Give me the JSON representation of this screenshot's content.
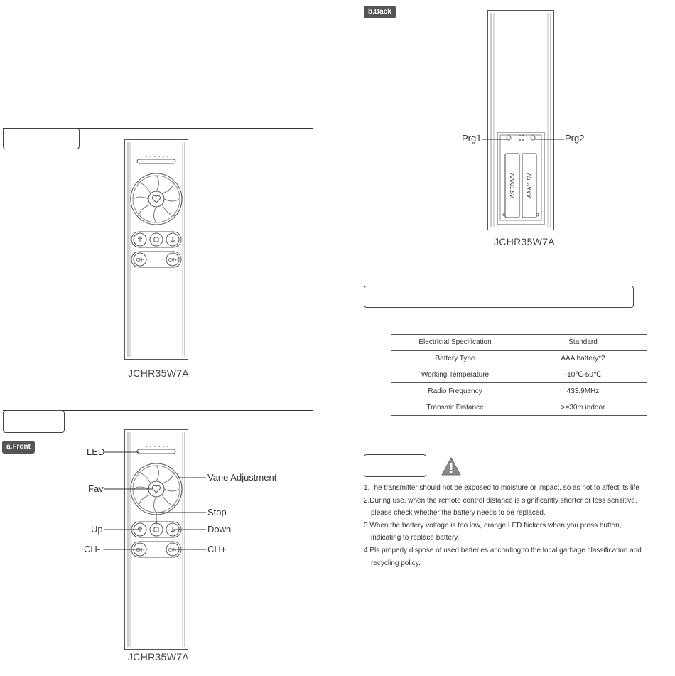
{
  "left": {
    "model_top": "JCHR35W7A",
    "model_bottom": "JCHR35W7A",
    "front_tag": "a.Front",
    "callouts": {
      "led": "LED",
      "fav": "Fav",
      "up": "Up",
      "ch_minus": "CH-",
      "vane": "Vane Adjustment",
      "stop": "Stop",
      "down": "Down",
      "ch_plus": "CH+"
    },
    "button_labels": {
      "ch_minus": "CH-",
      "ch_plus": "CH+"
    }
  },
  "right": {
    "back_tag": "b.Back",
    "prg1": "Prg1",
    "prg2": "Prg2",
    "battery_label": "AAA/1.5V",
    "model_back": "JCHR35W7A",
    "spec_table": {
      "rows": [
        [
          "Electricial Specification",
          "Standard"
        ],
        [
          "Battery Type",
          "AAA battery*2"
        ],
        [
          "Working Temperature",
          "-10℃-50℃"
        ],
        [
          "Radio Frequency",
          "433.9MHz"
        ],
        [
          "Transmit Distance",
          ">=30m indoor"
        ]
      ]
    },
    "notes": [
      {
        "first": "1.The transmitter should not be exposed to moisture or impact, so as not to affect its life",
        "rest": ""
      },
      {
        "first": "2.During use, when the remote control distance is significantly shorter or less sensitive,",
        "rest": "please check whether the battery needs to be replaced."
      },
      {
        "first": "3.When the battery voltage is too low, orange LED flickers when you press button,",
        "rest": "indicating to replace battery."
      },
      {
        "first": "4.Pls properly dispose of used batteries according to the local garbage classification and",
        "rest": "recycling policy."
      }
    ]
  },
  "colors": {
    "line": "#333333",
    "tag_bg": "#555555",
    "warning_fill": "#8a8a8a"
  }
}
